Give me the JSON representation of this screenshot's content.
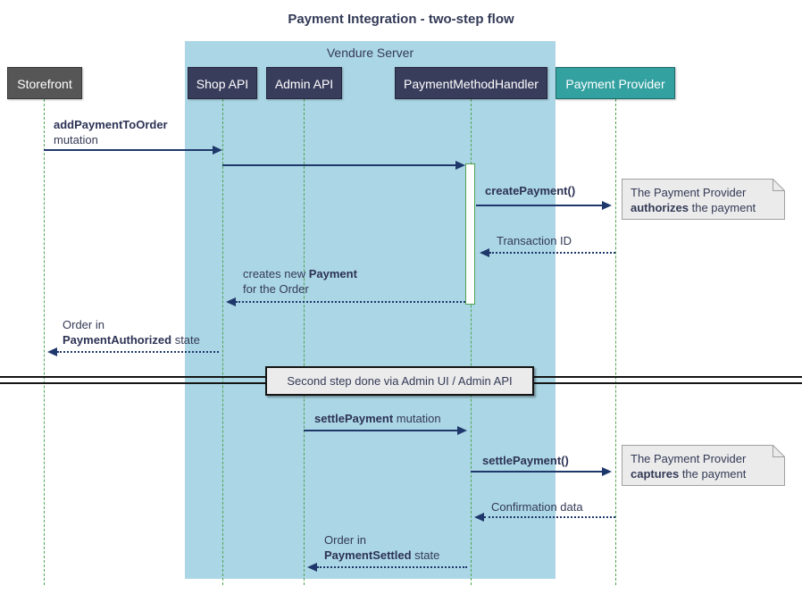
{
  "title": "Payment Integration - two-step flow",
  "frame": {
    "label": "Vendure Server"
  },
  "participants": {
    "storefront": "Storefront",
    "shop_api": "Shop API",
    "admin_api": "Admin API",
    "payment_method_handler": "PaymentMethodHandler",
    "payment_provider": "Payment Provider"
  },
  "messages": {
    "add_payment": {
      "bold": "addPaymentToOrder",
      "line2": "mutation"
    },
    "create_payment": {
      "bold": "createPayment()"
    },
    "transaction_id": {
      "text": "Transaction ID"
    },
    "creates_payment": {
      "pre": "creates new ",
      "bold": "Payment",
      "line2": "for the Order"
    },
    "order_authorized": {
      "line1": "Order in",
      "bold": "PaymentAuthorized",
      "rest": " state"
    },
    "settle_mutation": {
      "bold": "settlePayment",
      "rest": " mutation"
    },
    "settle_call": {
      "bold": "settlePayment()"
    },
    "confirmation": {
      "text": "Confirmation data"
    },
    "order_settled": {
      "line1": "Order in",
      "bold": "PaymentSettled",
      "rest": " state"
    }
  },
  "notes": {
    "authorize": {
      "line1": "The Payment Provider",
      "bold": "authorizes",
      "rest": " the payment"
    },
    "capture": {
      "line1": "The Payment Provider",
      "bold": "captures",
      "rest": " the payment"
    }
  },
  "divider": {
    "label": "Second step done via Admin UI / Admin API"
  },
  "colors": {
    "frame_fill": "#ABD6E5",
    "participant_navy": "#393D5C",
    "participant_gray": "#565656",
    "participant_teal": "#34A1A1",
    "lifeline_green": "#4FA34F",
    "arrow_navy": "#1F386B",
    "text_navy": "#333A56",
    "note_fill": "#EBEBEB",
    "note_border": "#A0A0A0",
    "divider_line": "#141414"
  }
}
